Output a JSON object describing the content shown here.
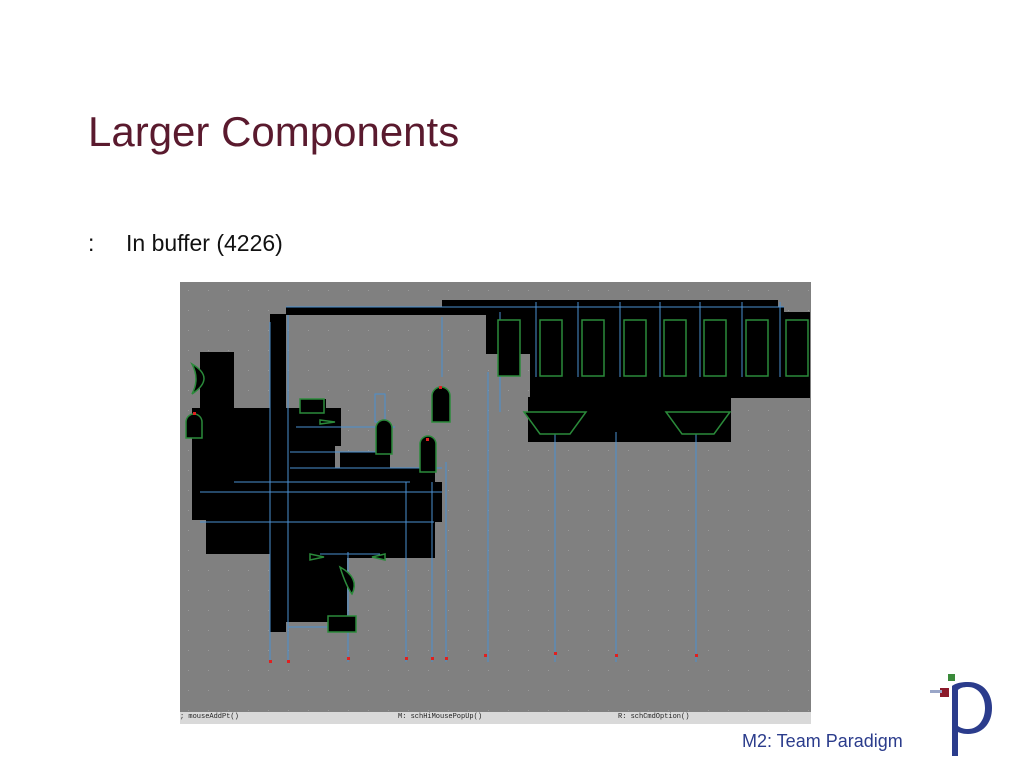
{
  "slide": {
    "title": "Larger Components",
    "bullet_marker": ":",
    "bullet_text": "In buffer (4226)"
  },
  "screenshot": {
    "status_left": "; mouseAddPt()",
    "status_mid": "M: schHiMousePopUp()",
    "status_right": "R: schCmdOption()"
  },
  "footer": {
    "text": "M2: Team Paradigm"
  },
  "logo": {
    "icon": "paradigm-p-logo-icon",
    "colors": {
      "dark": "#2b3c8c",
      "red": "#8b1a2a",
      "green": "#3a8a3a"
    }
  },
  "colors": {
    "title": "#5a1a2e",
    "canvas": "#808080",
    "wire": "#4a8fd0",
    "gate_outline": "#2a8a3a"
  }
}
